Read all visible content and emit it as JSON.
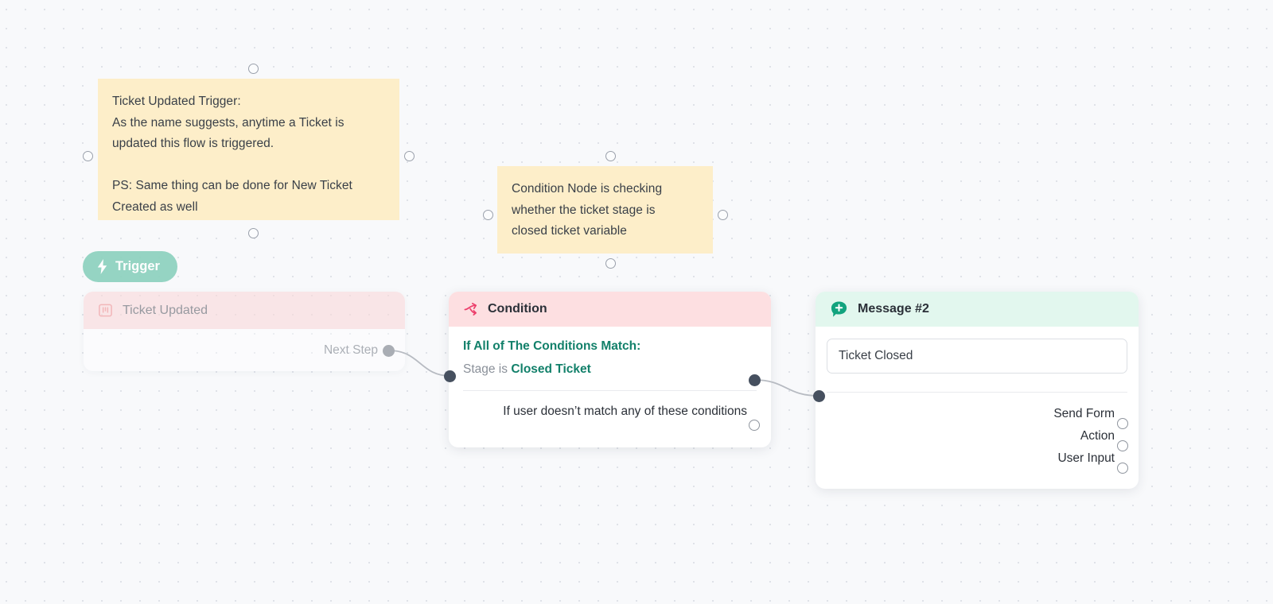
{
  "canvas": {
    "background_color": "#f8f9fb",
    "dot_color": "#dfe2e8"
  },
  "notes": [
    {
      "id": "note-trigger-explain",
      "text": "Ticket Updated Trigger:\nAs the name suggests, anytime a Ticket is\nupdated this flow is triggered.\n\nPS: Same thing can be done for New Ticket\nCreated as well",
      "color": "#fdeec9"
    },
    {
      "id": "note-condition-explain",
      "text": "Condition Node is checking\nwhether the ticket stage is\nclosed ticket variable",
      "color": "#fdeec9"
    }
  ],
  "trigger_badge": {
    "label": "Trigger",
    "icon": "lightning-bolt-icon",
    "color": "#8ed2bf"
  },
  "nodes": {
    "ticket_updated": {
      "title": "Ticket Updated",
      "icon": "board-icon",
      "header_color": "#fadadb",
      "next_step_label": "Next Step"
    },
    "condition": {
      "title": "Condition",
      "icon": "branch-arrow-icon",
      "header_color": "#fddfe1",
      "match_title": "If All of The Conditions Match:",
      "rule_prefix": "Stage is ",
      "rule_value": "Closed Ticket",
      "fallback_label": "If user doesn’t match any of these conditions",
      "accent_color": "#12806a"
    },
    "message": {
      "title": "Message #2",
      "icon": "chat-plus-icon",
      "header_color": "#e2f7ee",
      "message_text": "Ticket Closed",
      "actions": [
        {
          "label": "Send Form"
        },
        {
          "label": "Action"
        },
        {
          "label": "User Input"
        }
      ]
    }
  }
}
